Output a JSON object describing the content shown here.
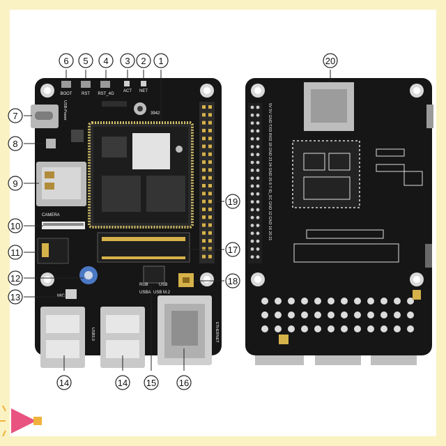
{
  "image": {
    "subject": "development board with 4G module, front and back views",
    "background_color": "#fbf2c4"
  },
  "callouts": [
    "1",
    "2",
    "3",
    "4",
    "5",
    "6",
    "7",
    "8",
    "9",
    "10",
    "11",
    "12",
    "13",
    "14",
    "14",
    "15",
    "16",
    "17",
    "18",
    "19",
    "20"
  ],
  "front_board": {
    "top_labels": {
      "boot": "BOOT",
      "rst": "RST",
      "rst_4g": "RST_4G",
      "act": "ACT",
      "net": "NET"
    },
    "side_labels": {
      "usb_power": "USB-Power",
      "camera": "CAMERA",
      "mic": "MIC",
      "usb30": "USB3.0",
      "ethernet": "ETHERNET",
      "chip_id": "3942"
    },
    "bottom_labels": {
      "rub": "RUB",
      "usba": "USBA",
      "usb": "USB",
      "usb_m2": "USB M.2"
    }
  },
  "back_board": {
    "gpio_header_text": "5V 5V GND TXD RXD 18 GND 23 24 GND 25 8 7 ID_SC GND 12 GND 16 20 21"
  },
  "colors": {
    "pcb": "#161616",
    "silkscreen": "#f2f2f2",
    "gold": "#d6b24a",
    "callout_ring": "#222222"
  }
}
